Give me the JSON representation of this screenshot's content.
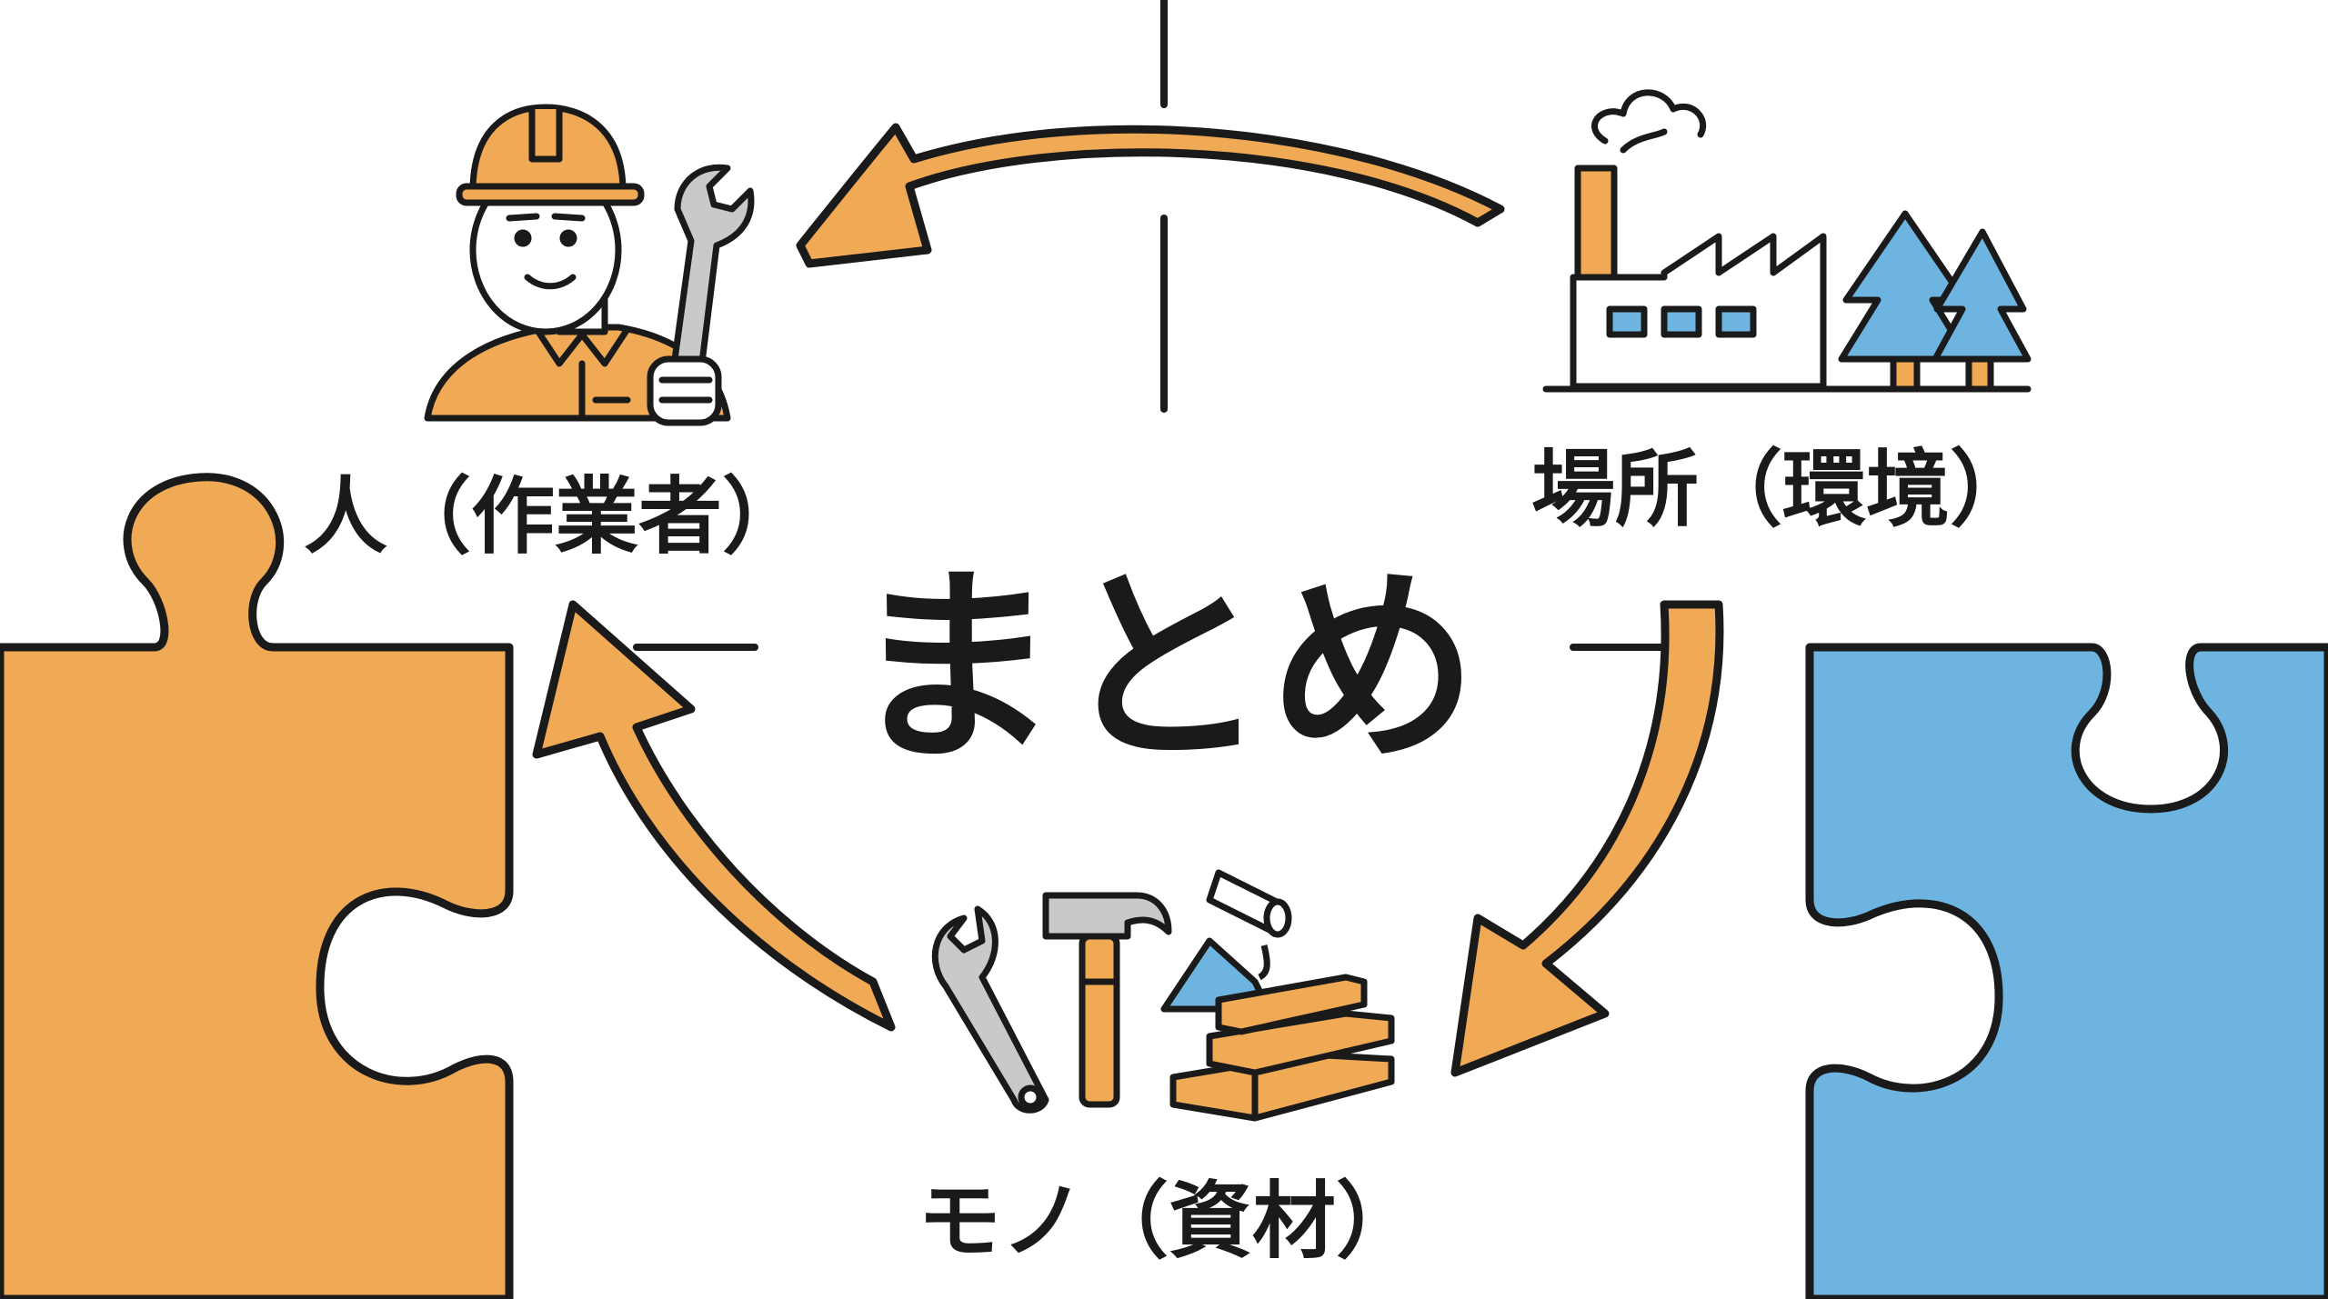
{
  "title": "まとめ",
  "nodes": {
    "person": {
      "label": "人（作業者）"
    },
    "place": {
      "label": "場所（環境）"
    },
    "thing": {
      "label": "モノ（資材）"
    }
  },
  "colors": {
    "orange": "#F0A955",
    "blue": "#6EB4E0",
    "outline": "#1a1a1a",
    "background": "#ffffff"
  },
  "icons": [
    "worker-icon",
    "wrench-icon",
    "factory-icon",
    "tree-icon",
    "hammer-icon",
    "paint-bucket-icon",
    "lumber-icon"
  ]
}
